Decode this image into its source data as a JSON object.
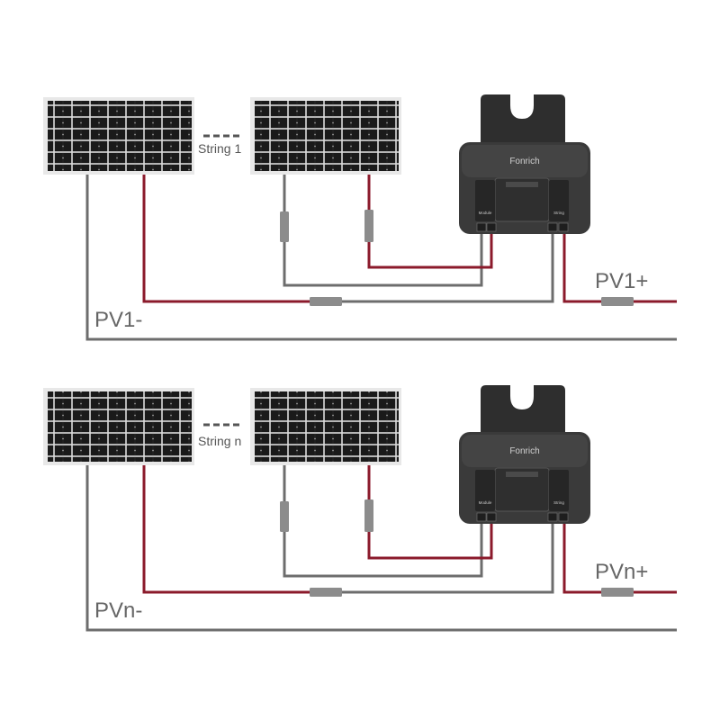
{
  "colors": {
    "positive_wire": "#8b1a2b",
    "negative_wire": "#6d6d6d",
    "connector": "#8c8c8c",
    "panel_frame": "#e8e8e8",
    "panel_cell": "#1a1a1a",
    "device_body": "#3a3a3a",
    "device_bracket": "#2e2e2e"
  },
  "strings": [
    {
      "label": "String 1",
      "positive_label": "PV1+",
      "negative_label": "PV1-",
      "device": {
        "brand": "Fonrich",
        "port_module": "Module",
        "port_string": "String"
      }
    },
    {
      "label": "String n",
      "positive_label": "PVn+",
      "negative_label": "PVn-",
      "device": {
        "brand": "Fonrich",
        "port_module": "Module",
        "port_string": "String"
      }
    }
  ]
}
